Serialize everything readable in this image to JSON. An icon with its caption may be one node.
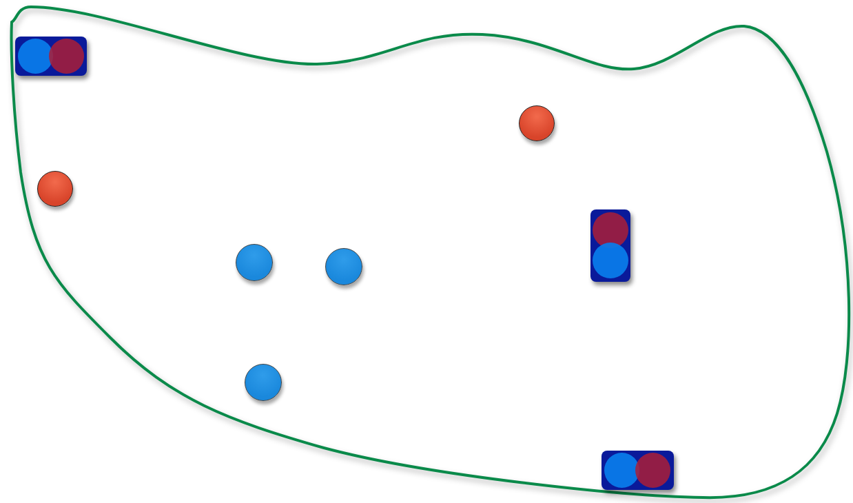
{
  "diagram": {
    "nodes": [
      {
        "text": [],
        "shape": "blob"
      },
      {
        "text": [],
        "shape": "box",
        "in": 0
      },
      {
        "text": [],
        "shape": "circle",
        "in": 1
      },
      {
        "text": [],
        "shape": "circle",
        "in": 1
      },
      {
        "text": [],
        "shape": "circle",
        "in": 0
      },
      {
        "text": [],
        "shape": "circle",
        "in": 0
      },
      {
        "text": [],
        "shape": "box",
        "in": 0
      },
      {
        "text": [],
        "shape": "circle",
        "in": 6
      },
      {
        "text": [],
        "shape": "circle",
        "in": 6
      },
      {
        "text": [],
        "shape": "circle",
        "in": 0
      },
      {
        "text": [],
        "shape": "circle",
        "in": 0
      },
      {
        "text": [],
        "shape": "circle",
        "in": 0
      },
      {
        "text": [],
        "shape": "box",
        "in": 0
      },
      {
        "text": [],
        "shape": "circle",
        "in": 12
      },
      {
        "text": [],
        "shape": "circle",
        "in": 12
      }
    ]
  }
}
